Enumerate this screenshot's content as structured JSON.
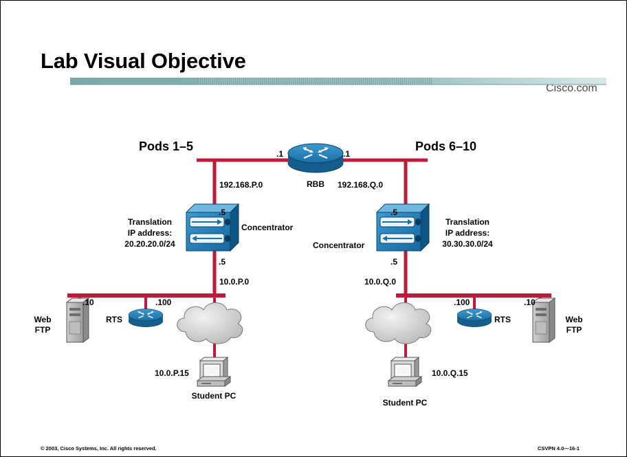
{
  "slide": {
    "title": "Lab Visual Objective",
    "brand": "Cisco.com",
    "copyright": "© 2003, Cisco Systems, Inc. All rights reserved.",
    "course_code": "CSVPN 4.0—16-1"
  },
  "colors": {
    "network_line": "#c0193a",
    "device_blue": "#1e7fb8",
    "stripe": "#8fb8b8"
  },
  "diagram": {
    "left_group": "Pods 1–5",
    "right_group": "Pods 6–10",
    "rbb": {
      "label": "RBB",
      "left_ip": ".1",
      "right_ip": ".1"
    },
    "left": {
      "upper_network": "192.168.P.0",
      "conc_outside_ip": ".5",
      "conc_inside_ip": ".5",
      "concentrator": "Concentrator",
      "translation": [
        "Translation",
        "IP address:",
        "20.20.20.0/24"
      ],
      "lower_network": "10.0.P.0",
      "server_ip": ".10",
      "rts_ip": ".100",
      "rts": "RTS",
      "server": [
        "Web",
        "FTP"
      ],
      "pc_ip": "10.0.P.15",
      "pc": "Student PC"
    },
    "right": {
      "upper_network": "192.168.Q.0",
      "conc_outside_ip": ".5",
      "conc_inside_ip": ".5",
      "concentrator": "Concentrator",
      "translation": [
        "Translation",
        "IP address:",
        "30.30.30.0/24"
      ],
      "lower_network": "10.0.Q.0",
      "server_ip": ".10",
      "rts_ip": ".100",
      "rts": "RTS",
      "server": [
        "Web",
        "FTP"
      ],
      "pc_ip": "10.0.Q.15",
      "pc": "Student PC"
    }
  }
}
